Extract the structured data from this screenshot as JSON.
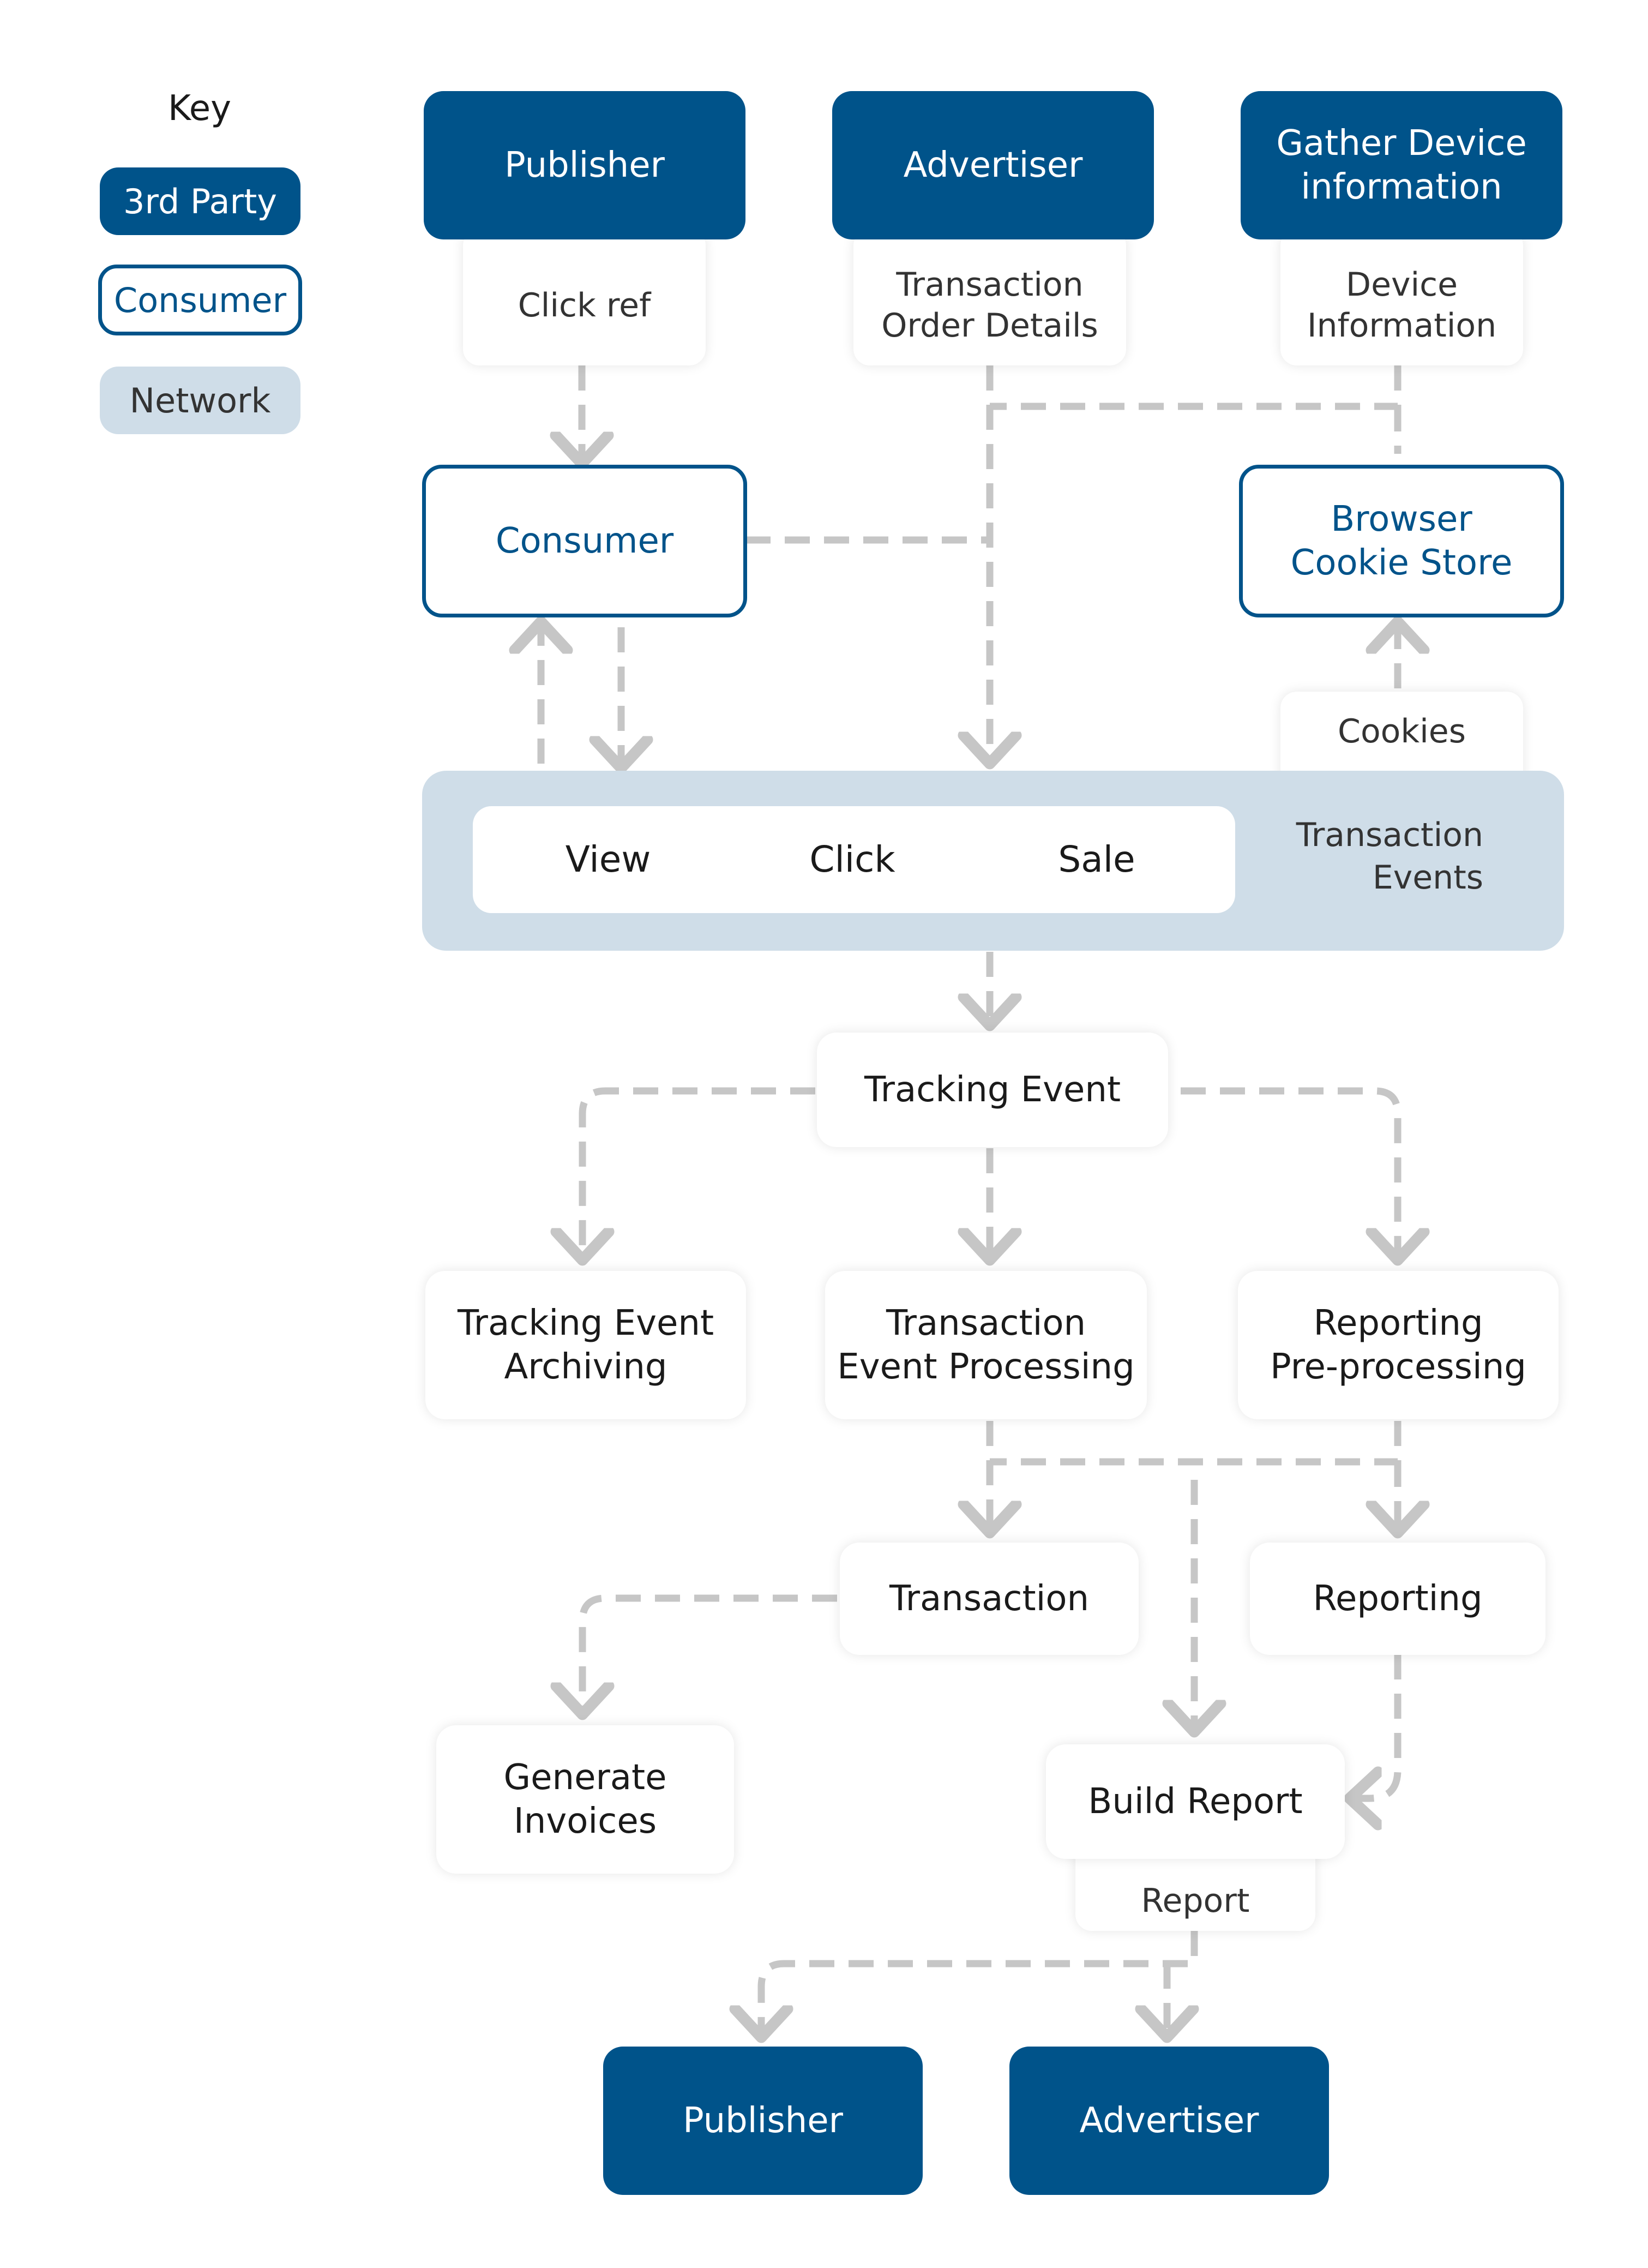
{
  "colors": {
    "third_party": "#00538a",
    "consumer_border": "#00538a",
    "network": "#cfdde8",
    "connector": "#c6c6c6"
  },
  "key": {
    "title": "Key",
    "third_party": "3rd Party",
    "consumer": "Consumer",
    "network": "Network"
  },
  "nodes": {
    "publisher_top": "Publisher",
    "advertiser_top": "Advertiser",
    "gather_device": "Gather Device\ninformation",
    "click_ref": "Click ref",
    "transaction_order": "Transaction\nOrder Details",
    "device_information": "Device\nInformation",
    "consumer": "Consumer",
    "browser_cookie_store": "Browser\nCookie Store",
    "cookies": "Cookies",
    "tracking_event": "Tracking Event",
    "tracking_archiving": "Tracking Event\nArchiving",
    "transaction_processing": "Transaction\nEvent Processing",
    "reporting_preprocessing": "Reporting\nPre-processing",
    "transaction": "Transaction",
    "reporting": "Reporting",
    "generate_invoices": "Generate\nInvoices",
    "build_report": "Build Report",
    "report": "Report",
    "publisher_bottom": "Publisher",
    "advertiser_bottom": "Advertiser"
  },
  "transaction_events": {
    "items": [
      "View",
      "Click",
      "Sale"
    ],
    "label": "Transaction\nEvents"
  }
}
